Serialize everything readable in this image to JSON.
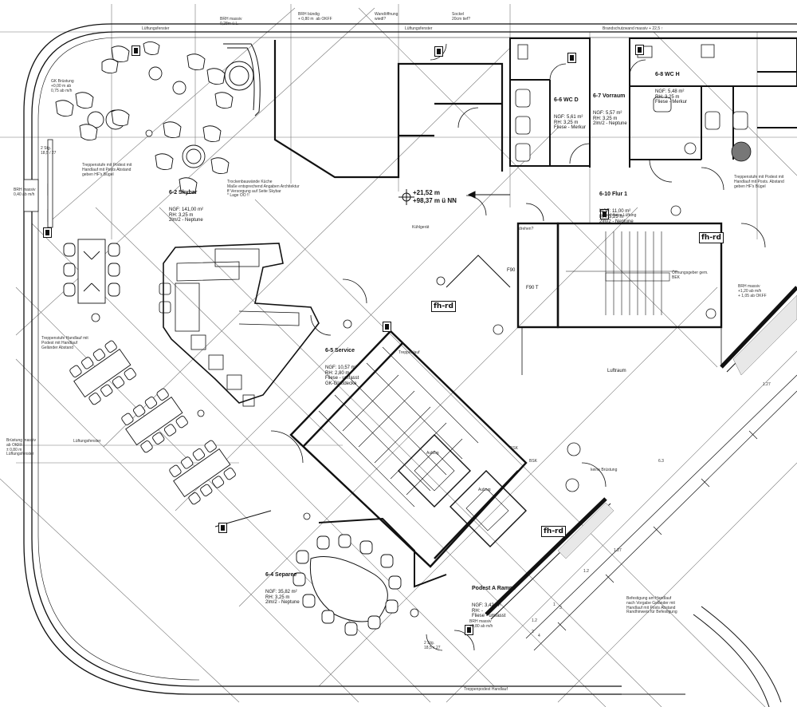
{
  "title_strip": {
    "brh_massiv_top": "BRH massiv\n0,28m ü.L.",
    "brh_top_right": "BRH bündig\n+ 0,80 m  ab OKFF",
    "window_top": "Wandöffnung\nwiedl?",
    "sockel_top": "Sockel\n20cm tief?",
    "lueftungsfenster_a": "Lüftungsfenster",
    "lueftungsfenster_b": "Lüftungsfenster",
    "brandschutz_top": "Brandschutzwand massiv + 22,5 ↑"
  },
  "rooms": [
    {
      "id": "skybar",
      "name": "6-2 Skybar",
      "data": "NGF: 141,00 m²\nRH: 3,25 m\n2lm/2 - Neptune"
    },
    {
      "id": "service",
      "name": "6-5 Service",
      "data": "NGF: 10,57 m²\nRH: 2,80 m\nFliese - umfasst\nGK-Glattdecke"
    },
    {
      "id": "separee",
      "name": "6-4 Separee",
      "data": "NGF: 35,82 m²\nRH: 3,25 m\n2lm/2 - Neptune"
    },
    {
      "id": "wc_d",
      "name": "6-6 WC D",
      "data": "NGF: 5,61 m²\nRH: 3,25 m\nFliese - Merkur"
    },
    {
      "id": "vorraum",
      "name": "6-7 Vorraum",
      "data": "NGF: 5,57 m²\nRH: 3,25 m\n2lm/2 - Neptune"
    },
    {
      "id": "wc_h",
      "name": "6-8 WC H",
      "data": "NGF: 5,48 m²\nRH: 3,25 m\nFliese - Merkur"
    },
    {
      "id": "flur",
      "name": "6-10 Flur 1",
      "data": "NGF: 11,00 m²\nRH: 3,25 m\n2lm/2 - Neptune"
    },
    {
      "id": "podest",
      "name": "Podest A Rampe",
      "data": "NGF: 3,42 m²\nRH: -\nFliese - umfasst"
    }
  ],
  "annotations": {
    "elev_1": "+21,52 m",
    "elev_2": "+98,37 m ü NN",
    "tl_window": "GK Brüstung\n+0,00 m ab\n0,75 ab m/h",
    "stg_left": "2 Stg.\n18,5 / 27",
    "brh_left": "BRH massiv\n0,40 ab m/h",
    "kuehlgeraet": "Kühlgerät",
    "f90_label": "F90",
    "f90t_label": "F90 T",
    "drehen": "drehen?",
    "luftraum": "Luftraum",
    "sichtbare_lueftung": "sichtbare Lüftung",
    "oeffnung_gem": "Öffnungsgeber gem.\nBEK",
    "brh_right": "BRH massiv\n+1,20 ab m/h\n+ 1,05 ab OKFF",
    "kueche_note": "Trockenbauwände Küche\nMaße entsprechend Angaben Architektur\nff Versorgung auf Seite Skybar\n* Lage OO !!",
    "stg_bottom": "2 Stg.\n18,5 x 27",
    "brh_bottom": "BRH massiv\n+0,80 ab m/h",
    "aufzug_1": "Aufzug",
    "aufzug_2": "Aufzug",
    "lueftungsfenster_left": "Lüftungsfenster",
    "brh_diag_left": "Brüstung massiv\nab OKFF\n± 0,80 m\nLüftungsfenster",
    "keine_bruestung": "keine Brüstung",
    "hinweis_right": "Treppenstufe mit Podest mit\nHandlauf mit Posts. Abstand\ngeben HF's Bügel",
    "hinweis_bottom_right": "Befestigung am Handlauf\nnach Vorgabe Geländer mit\nHandlauf mit Posts Abstand\nRandhinweis für Befestigung",
    "hinweis_bottom": "Treppenstufe Handlauf mit\nPodest mit Handlauf\nGeländer Abstand",
    "hinweis_left": "Treppenstufe mit Podest mit\nHandlauf mit Posts Abstand\ngeben HF's Bügel",
    "bsk_1": "BSK",
    "bsk_2": "BSK",
    "treppenlauf": "Treppenlauf",
    "dim_a": "1.27",
    "dim_b": "6.3",
    "dim_c": "1.27",
    "dim_d": "1.2",
    "dim_e": "1.2",
    "pos_1": "1",
    "pos_2": "2",
    "pos_3": "3",
    "pos_4": "4",
    "bottom_note": "Treppenpodest Handlauf"
  },
  "fh_rd_label": "fh-rd",
  "colors": {
    "line": "#111111",
    "thin": "#555555",
    "grid": "#777777",
    "fill_dark": "#777777"
  }
}
